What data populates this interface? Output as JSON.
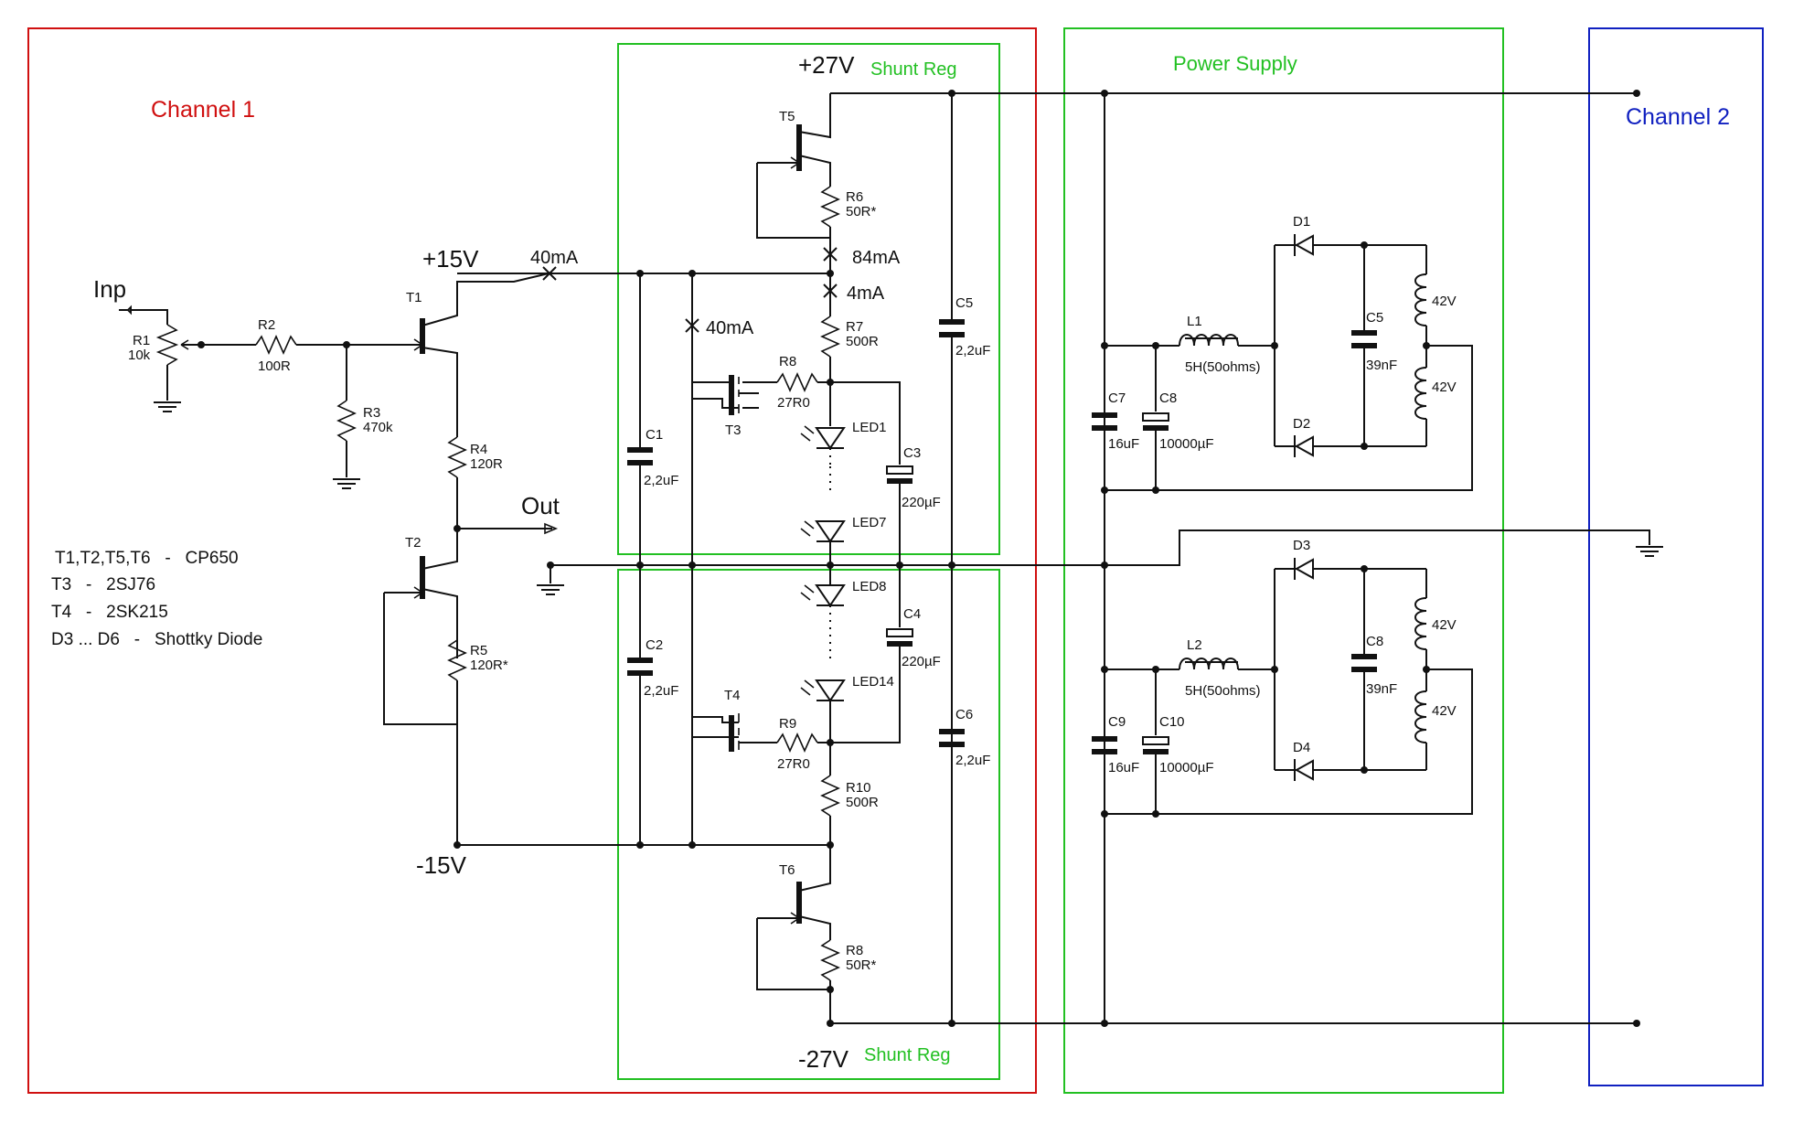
{
  "sections": {
    "channel1": "Channel 1",
    "channel2": "Channel 2",
    "power_supply": "Power Supply",
    "shunt_reg_top": "Shunt Reg",
    "shunt_reg_bottom": "Shunt Reg"
  },
  "colors": {
    "channel1_border": "#d01010",
    "channel2_border": "#1020c0",
    "green_border": "#22c022",
    "wire": "#111111"
  },
  "rails": {
    "plus15": "+15V",
    "minus15": "-15V",
    "plus27": "+27V",
    "minus27": "-27V"
  },
  "signals": {
    "input": "Inp",
    "output": "Out"
  },
  "currents": {
    "i40_top": "40mA",
    "i40_mid": "40mA",
    "i84": "84mA",
    "i4": "4mA"
  },
  "legend": [
    "T1,T2,T5,T6   -   CP650",
    "T3   -   2SJ76",
    "T4   -   2SK215",
    "D3 ... D6   -   Shottky Diode"
  ],
  "components": {
    "R1": {
      "name": "R1",
      "value": "10k"
    },
    "R2": {
      "name": "R2",
      "value": "100R"
    },
    "R3": {
      "name": "R3",
      "value": "470k"
    },
    "R4": {
      "name": "R4",
      "value": "120R"
    },
    "R5": {
      "name": "R5",
      "value": "120R*"
    },
    "R6": {
      "name": "R6",
      "value": "50R*"
    },
    "R7": {
      "name": "R7",
      "value": "500R"
    },
    "R8a": {
      "name": "R8",
      "value": "27R0"
    },
    "R9": {
      "name": "R9",
      "value": "27R0"
    },
    "R10": {
      "name": "R10",
      "value": "500R"
    },
    "R8b": {
      "name": "R8",
      "value": "50R*"
    },
    "T1": {
      "name": "T1"
    },
    "T2": {
      "name": "T2"
    },
    "T3": {
      "name": "T3"
    },
    "T4": {
      "name": "T4"
    },
    "T5": {
      "name": "T5"
    },
    "T6": {
      "name": "T6"
    },
    "C1": {
      "name": "C1",
      "value": "2,2uF"
    },
    "C2": {
      "name": "C2",
      "value": "2,2uF"
    },
    "C3": {
      "name": "C3",
      "value": "220µF"
    },
    "C4": {
      "name": "C4",
      "value": "220µF"
    },
    "C5a": {
      "name": "C5",
      "value": "2,2uF"
    },
    "C6": {
      "name": "C6",
      "value": "2,2uF"
    },
    "C7": {
      "name": "C7",
      "value": "16uF"
    },
    "C8a": {
      "name": "C8",
      "value": "10000µF"
    },
    "C9": {
      "name": "C9",
      "value": "16uF"
    },
    "C10": {
      "name": "C10",
      "value": "10000µF"
    },
    "C5b": {
      "name": "C5",
      "value": "39nF"
    },
    "C8b": {
      "name": "C8",
      "value": "39nF"
    },
    "L1": {
      "name": "L1",
      "value": "5H(50ohms)"
    },
    "L2": {
      "name": "L2",
      "value": "5H(50ohms)"
    },
    "LED1": {
      "name": "LED1"
    },
    "LED7": {
      "name": "LED7"
    },
    "LED8": {
      "name": "LED8"
    },
    "LED14": {
      "name": "LED14"
    },
    "D1": {
      "name": "D1"
    },
    "D2": {
      "name": "D2"
    },
    "D3": {
      "name": "D3"
    },
    "D4": {
      "name": "D4"
    }
  },
  "transformer": {
    "w1": "42V",
    "w2": "42V",
    "w3": "42V",
    "w4": "42V"
  }
}
